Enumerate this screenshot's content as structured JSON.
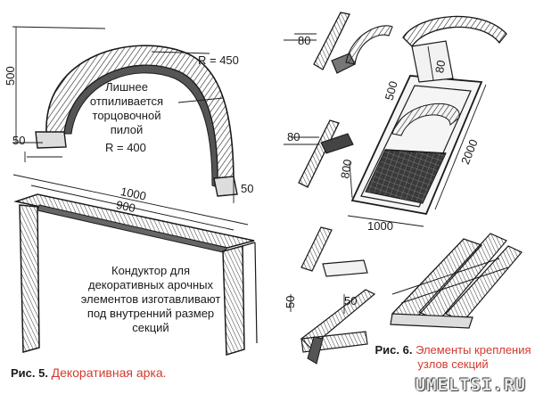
{
  "figure5": {
    "dims": {
      "height_500": "500",
      "base_50": "50",
      "r450": "R = 450",
      "r400": "R = 400",
      "right_50": "50",
      "width_1000": "1000",
      "width_900": "900"
    },
    "note_arc": "Лишнее отпиливается торцовочной пилой",
    "note_frame": "Кондуктор для декоративных арочных элементов изготавливают под внутренний размер секций",
    "caption_num": "Рис. 5.",
    "caption_text": "Декоративная арка."
  },
  "figure6": {
    "dims": {
      "top_80": "80",
      "top_80b": "80",
      "mid_80": "80",
      "mid_500": "500",
      "mid_800": "800",
      "side_2000": "2000",
      "bottom_1000": "1000",
      "low_50": "50",
      "low_50b": "50"
    },
    "caption_num": "Рис. 6.",
    "caption_text": "Элементы крепления узлов секций"
  },
  "watermark": "UMELTSI.RU"
}
